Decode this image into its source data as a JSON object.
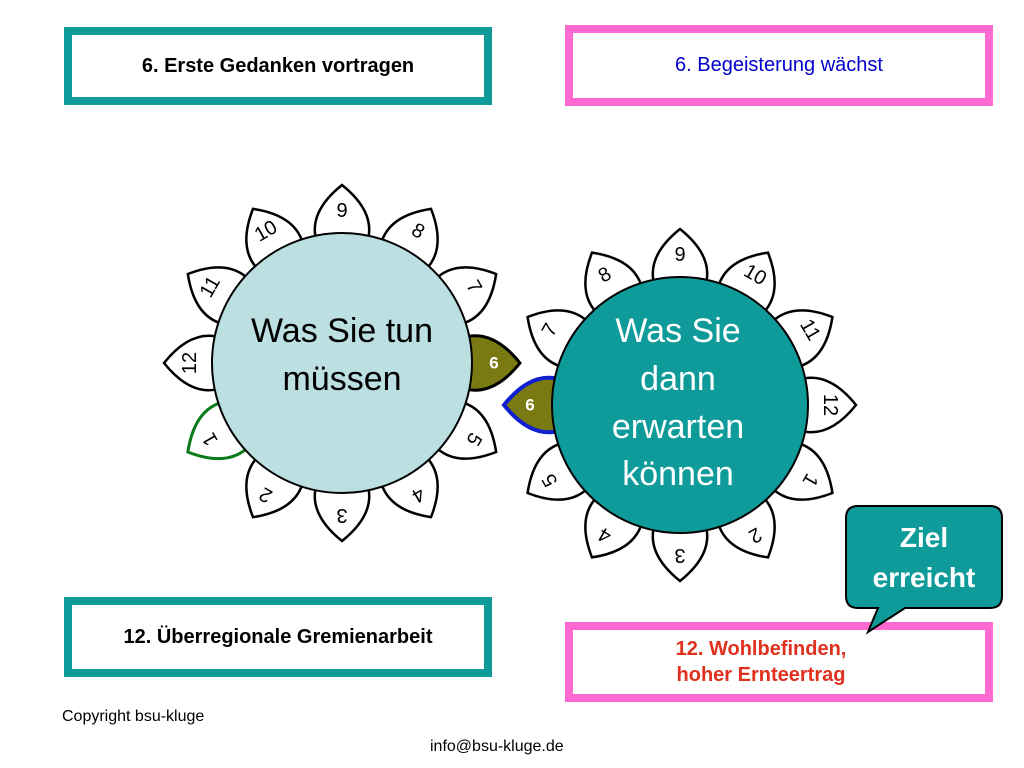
{
  "boxes": {
    "top_left": "6. Erste Gedanken vortragen",
    "top_right": "6. Begeisterung wächst",
    "bottom_left": "12. Überregionale Gremienarbeit",
    "bottom_right_line1": "12. Wohlbefinden,",
    "bottom_right_line2": "hoher Ernteertrag"
  },
  "left_flower": {
    "center_line1": "Was Sie tun",
    "center_line2": "müssen",
    "center_color": "#bcdfe2",
    "petals": [
      "1",
      "2",
      "3",
      "4",
      "5",
      "6",
      "7",
      "8",
      "9",
      "10",
      "11",
      "12"
    ]
  },
  "right_flower": {
    "center_line1": "Was Sie",
    "center_line2": "dann",
    "center_line3": "erwarten",
    "center_line4": "können",
    "center_color": "#0e9b9a",
    "petals": [
      "1",
      "2",
      "3",
      "4",
      "5",
      "6",
      "7",
      "8",
      "9",
      "10",
      "11",
      "12"
    ]
  },
  "callout": {
    "line1": "Ziel",
    "line2": "erreicht",
    "color": "#0e9b9a"
  },
  "footer": {
    "copyright": "Copyright bsu-kluge",
    "email": "info@bsu-kluge.de"
  },
  "colors": {
    "teal": "#0e9b9a",
    "pink": "#ff6ad2",
    "olive": "#7a7a12",
    "green_outline": "#0a7a1a",
    "blue_outline": "#1020d0",
    "blue_text": "#0000cc",
    "red_text": "#e0301e"
  }
}
